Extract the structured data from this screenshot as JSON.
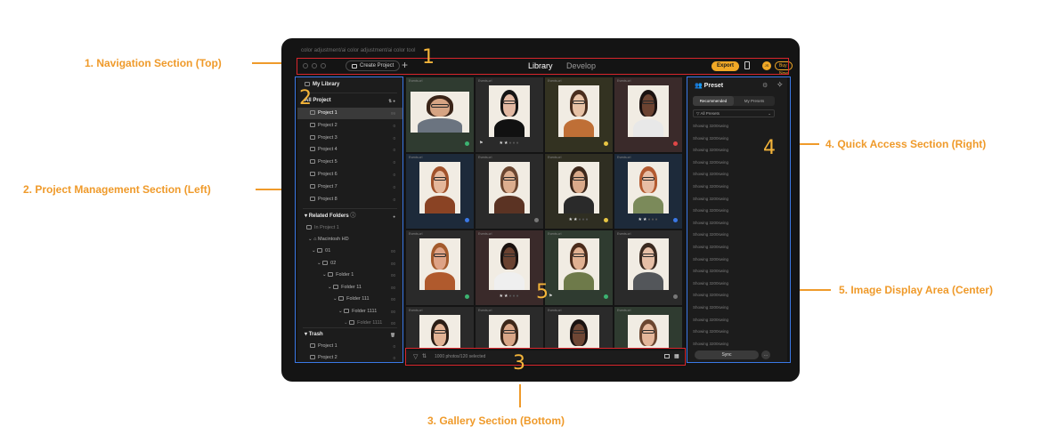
{
  "callouts": {
    "nav": "1. Navigation Section (Top)",
    "project": "2. Project Management Section (Left)",
    "gallery": "3. Gallery Section (Bottom)",
    "quick": "4. Quick Access Section (Right)",
    "display": "5. Image Display Area (Center)"
  },
  "markers": {
    "one": "1",
    "two": "2",
    "three": "3",
    "four": "4",
    "five": "5"
  },
  "window": {
    "title": "color adjustment/ai color adjustment/ai color tool"
  },
  "topbar": {
    "create_label": "Create Project",
    "plus": "+",
    "tab_library": "Library",
    "tab_develop": "Develop",
    "export_label": "Export",
    "avatar_initials": "JS",
    "buy_label": "Buy Now"
  },
  "sidebar": {
    "my_library": "My Library",
    "all_project": "All Project",
    "projects": [
      {
        "label": "Project 1",
        "count": "99"
      },
      {
        "label": "Project 2",
        "count": "0"
      },
      {
        "label": "Project 3",
        "count": "0"
      },
      {
        "label": "Project 4",
        "count": "0"
      },
      {
        "label": "Project 5",
        "count": "0"
      },
      {
        "label": "Project 6",
        "count": "0"
      },
      {
        "label": "Project 7",
        "count": "0"
      },
      {
        "label": "Project 8",
        "count": "0"
      }
    ],
    "related_folders": "Related Folders",
    "in_project": "In Project 1",
    "macintosh": "Macintosh HD",
    "folders": [
      {
        "label": "01",
        "count": "00"
      },
      {
        "label": "02",
        "count": "00"
      },
      {
        "label": "Folder 1",
        "count": "00"
      },
      {
        "label": "Folder 11",
        "count": "00"
      },
      {
        "label": "Folder 111",
        "count": "00"
      },
      {
        "label": "Folder 1111",
        "count": "00"
      },
      {
        "label": "Folder 1111",
        "count": "00"
      }
    ],
    "trash": "Trash",
    "trash_items": [
      {
        "label": "Project 1",
        "count": "0"
      },
      {
        "label": "Project 2",
        "count": "0"
      }
    ]
  },
  "gallery": {
    "filename": "Events.crl",
    "filter_icon": "▽",
    "sort_icon": "⇅",
    "status": "1000 photos/120 selected",
    "grid_icon": "▦"
  },
  "preset": {
    "title": "Preset",
    "tab_recommended": "Recommended",
    "tab_my": "My Presets",
    "all_presets": "All Presets",
    "item_label": "Showing 3200swing",
    "sync_label": "Sync",
    "sync_more": "…"
  },
  "colors": {
    "accent_orange": "#ef9a2a",
    "highlight_red": "#d9262c",
    "highlight_blue": "#3a78e6",
    "window_bg": "#141414"
  },
  "thumbs": [
    {
      "bg": "#2f3b30",
      "skin": "#d6a483",
      "hair": "#3a2418",
      "cloth": "#6b7480",
      "stars": 0,
      "dot": "#3cb371",
      "flag": false
    },
    {
      "bg": "#2a2a2a",
      "skin": "#e2b9a3",
      "hair": "#141414",
      "cloth": "#111111",
      "stars": 2,
      "dot": "",
      "flag": true
    },
    {
      "bg": "#333221",
      "skin": "#e7c2a6",
      "hair": "#4a2e1e",
      "cloth": "#bf6f36",
      "stars": 0,
      "dot": "#e7c543",
      "flag": false
    },
    {
      "bg": "#3a2a2a",
      "skin": "#6c4331",
      "hair": "#1b1210",
      "cloth": "#e8e8e8",
      "stars": 0,
      "dot": "#e04747",
      "flag": false
    },
    {
      "bg": "#1d2a3a",
      "skin": "#e4b79b",
      "hair": "#a1522b",
      "cloth": "#8a4324",
      "stars": 0,
      "dot": "#3a78e6",
      "flag": false
    },
    {
      "bg": "#2a2a2a",
      "skin": "#dcae8f",
      "hair": "#6b4630",
      "cloth": "#5b3323",
      "stars": 0,
      "dot": "#777777",
      "flag": false
    },
    {
      "bg": "#2f2e22",
      "skin": "#d9a98a",
      "hair": "#3d281b",
      "cloth": "#2a2a2a",
      "stars": 2,
      "dot": "#e7c543",
      "flag": false
    },
    {
      "bg": "#1d2a3a",
      "skin": "#e7bda5",
      "hair": "#b35a30",
      "cloth": "#7b8a5a",
      "stars": 2,
      "dot": "#3a78e6",
      "flag": false
    },
    {
      "bg": "#2a2a2a",
      "skin": "#dea386",
      "hair": "#a45b2d",
      "cloth": "#b05a2d",
      "stars": 0,
      "dot": "#3cb371",
      "flag": false
    },
    {
      "bg": "#3a2a2a",
      "skin": "#6a4231",
      "hair": "#1a1210",
      "cloth": "#efefef",
      "stars": 2,
      "dot": "",
      "flag": false
    },
    {
      "bg": "#2f3b30",
      "skin": "#e1b192",
      "hair": "#4b2c1c",
      "cloth": "#6e7a4a",
      "stars": 0,
      "dot": "#3cb371",
      "flag": true
    },
    {
      "bg": "#2a2a2a",
      "skin": "#e6bfa6",
      "hair": "#3a2a20",
      "cloth": "#53565a",
      "stars": 0,
      "dot": "#777777",
      "flag": false
    },
    {
      "bg": "#2a2a2a",
      "skin": "#e2b395",
      "hair": "#2a1d15",
      "cloth": "#e0e0e0",
      "stars": 0,
      "dot": "",
      "flag": false
    },
    {
      "bg": "#2a2a2a",
      "skin": "#d9a687",
      "hair": "#3c2719",
      "cloth": "#5b3323",
      "stars": 0,
      "dot": "",
      "flag": false
    },
    {
      "bg": "#2a2a2a",
      "skin": "#6e4634",
      "hair": "#1b1311",
      "cloth": "#333333",
      "stars": 0,
      "dot": "",
      "flag": false
    },
    {
      "bg": "#2f3b30",
      "skin": "#e4b79b",
      "hair": "#6b4630",
      "cloth": "#d8d8d8",
      "stars": 0,
      "dot": "",
      "flag": false
    }
  ]
}
